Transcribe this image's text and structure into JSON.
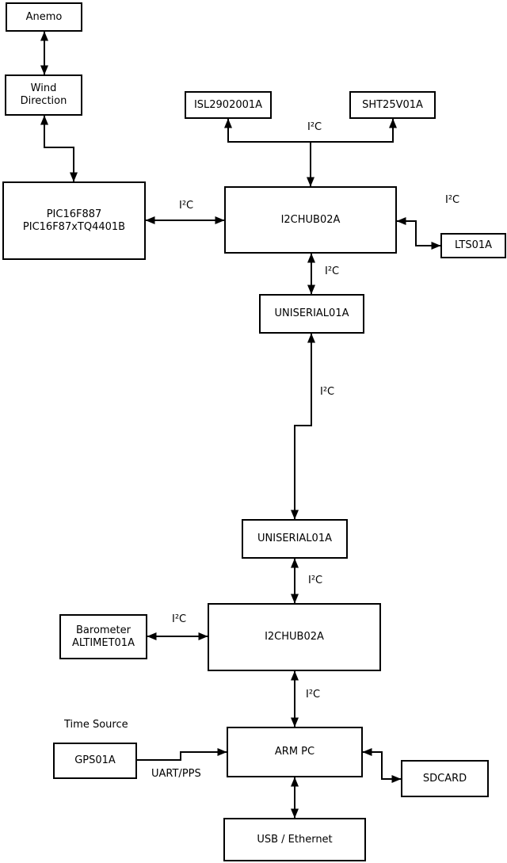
{
  "nodes": {
    "anemo": {
      "label": "Anemo"
    },
    "wind": {
      "label": "Wind\nDirection"
    },
    "pic": {
      "label": "PIC16F887\nPIC16F87xTQ4401B"
    },
    "isl": {
      "label": "ISL2902001A"
    },
    "sht": {
      "label": "SHT25V01A"
    },
    "hub1": {
      "label": "I2CHUB02A"
    },
    "lts": {
      "label": "LTS01A"
    },
    "uniserial1": {
      "label": "UNISERIAL01A"
    },
    "uniserial2": {
      "label": "UNISERIAL01A"
    },
    "barometer": {
      "label": "Barometer\nALTIMET01A"
    },
    "hub2": {
      "label": "I2CHUB02A"
    },
    "gps": {
      "label": "GPS01A"
    },
    "armpc": {
      "label": "ARM PC"
    },
    "sdcard": {
      "label": "SDCARD"
    },
    "usb": {
      "label": "USB / Ethernet"
    }
  },
  "labels": {
    "i2c_sensors": "I²C",
    "i2c_pic": "I²C",
    "i2c_lts": "I²C",
    "i2c_hub1_uni": "I²C",
    "i2c_long": "I²C",
    "i2c_uni2_hub2": "I²C",
    "i2c_baro": "I²C",
    "i2c_hub2_arm": "I²C",
    "time_source": "Time Source",
    "uart_pps": "UART/PPS"
  },
  "edges": [
    {
      "from": "Anemo",
      "to": "Wind Direction",
      "arrows": "both",
      "label": ""
    },
    {
      "from": "Wind Direction",
      "to": "PIC16F887",
      "arrows": "both",
      "label": ""
    },
    {
      "from": "I2CHUB02A (top)",
      "to": "ISL2902001A",
      "arrows": "end",
      "label": "I²C"
    },
    {
      "from": "I2CHUB02A (top)",
      "to": "SHT25V01A",
      "arrows": "end",
      "label": "I²C"
    },
    {
      "from": "PIC16F887",
      "to": "I2CHUB02A (top)",
      "arrows": "both",
      "label": "I²C"
    },
    {
      "from": "I2CHUB02A (top)",
      "to": "LTS01A",
      "arrows": "both",
      "label": "I²C"
    },
    {
      "from": "I2CHUB02A (top)",
      "to": "UNISERIAL01A (top)",
      "arrows": "both",
      "label": "I²C"
    },
    {
      "from": "UNISERIAL01A (top)",
      "to": "UNISERIAL01A (bottom)",
      "arrows": "both",
      "label": "I²C"
    },
    {
      "from": "UNISERIAL01A (bottom)",
      "to": "I2CHUB02A (bottom)",
      "arrows": "both",
      "label": "I²C"
    },
    {
      "from": "Barometer ALTIMET01A",
      "to": "I2CHUB02A (bottom)",
      "arrows": "both",
      "label": "I²C"
    },
    {
      "from": "I2CHUB02A (bottom)",
      "to": "ARM PC",
      "arrows": "both",
      "label": "I²C"
    },
    {
      "from": "GPS01A",
      "to": "ARM PC",
      "arrows": "end",
      "label": "UART/PPS"
    },
    {
      "from": "ARM PC",
      "to": "SDCARD",
      "arrows": "both",
      "label": ""
    },
    {
      "from": "ARM PC",
      "to": "USB / Ethernet",
      "arrows": "both",
      "label": ""
    }
  ],
  "colors": {
    "background": "#ffffff",
    "stroke": "#000000",
    "box_fill": "#ffffff",
    "text": "#000000"
  }
}
